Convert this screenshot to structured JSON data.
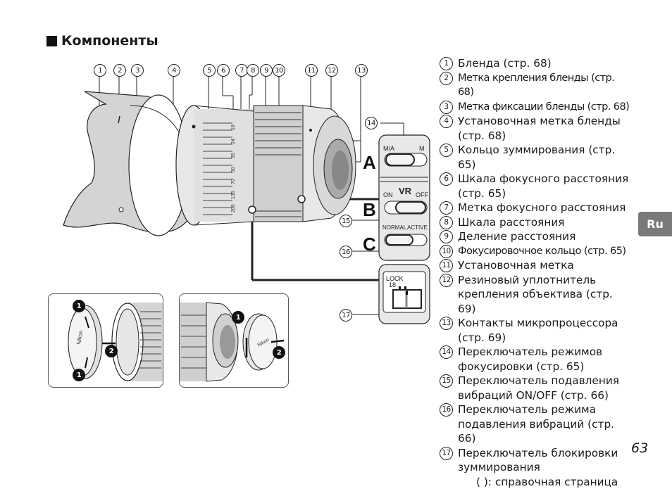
{
  "section": {
    "title": "Компоненты"
  },
  "callouts": [
    "1",
    "2",
    "3",
    "4",
    "5",
    "6",
    "7",
    "8",
    "9",
    "10",
    "11",
    "12",
    "13",
    "14",
    "15",
    "16",
    "17"
  ],
  "legend": [
    {
      "num": "1",
      "text": "Бленда (стр. 68)"
    },
    {
      "num": "2",
      "text": "Метка крепления бленды (стр. 68)"
    },
    {
      "num": "3",
      "text": "Метка фиксации бленды (стр. 68)"
    },
    {
      "num": "4",
      "text": "Установочная метка бленды (стр. 68)"
    },
    {
      "num": "5",
      "text": "Кольцо зуммирования (стр. 65)"
    },
    {
      "num": "6",
      "text": "Шкала фокусного расстояния (стр. 65)"
    },
    {
      "num": "7",
      "text": "Метка фокусного расстояния"
    },
    {
      "num": "8",
      "text": "Шкала расстояния"
    },
    {
      "num": "9",
      "text": "Деление расстояния"
    },
    {
      "num": "10",
      "text": "Фокусировочное кольцо (стр. 65)"
    },
    {
      "num": "11",
      "text": "Установочная метка"
    },
    {
      "num": "12",
      "text": "Резиновый уплотнитель крепления объектива (стр. 69)"
    },
    {
      "num": "13",
      "text": "Контакты микропроцессора (стр. 69)"
    },
    {
      "num": "14",
      "text": "Переключатель режимов фокусировки (стр. 65)"
    },
    {
      "num": "15",
      "text": "Переключатель подавления вибраций ON/OFF (стр. 66)"
    },
    {
      "num": "16",
      "text": "Переключатель режима подавления вибраций (стр. 66)"
    },
    {
      "num": "17",
      "text": "Переключатель блокировки зуммирования"
    }
  ],
  "legend_note": "(    ): справочная страница",
  "switch_panel": {
    "A": {
      "letter": "A",
      "left": "M/A",
      "right": "M"
    },
    "B": {
      "letter": "B",
      "title": "VR",
      "left": "ON",
      "right": "OFF"
    },
    "C": {
      "letter": "C",
      "left": "NORMAL",
      "right": "ACTIVE"
    }
  },
  "lock_panel": {
    "label": "LOCK",
    "value": "18"
  },
  "insets": {
    "front_cap_steps": [
      "1",
      "2",
      "1"
    ],
    "rear_cap_steps": [
      "1",
      "2"
    ],
    "brand": "Nikon"
  },
  "lens_scale": [
    "18",
    "24",
    "35",
    "50",
    "70",
    "135",
    "200"
  ],
  "language_tab": "Ru",
  "page_number": "63"
}
